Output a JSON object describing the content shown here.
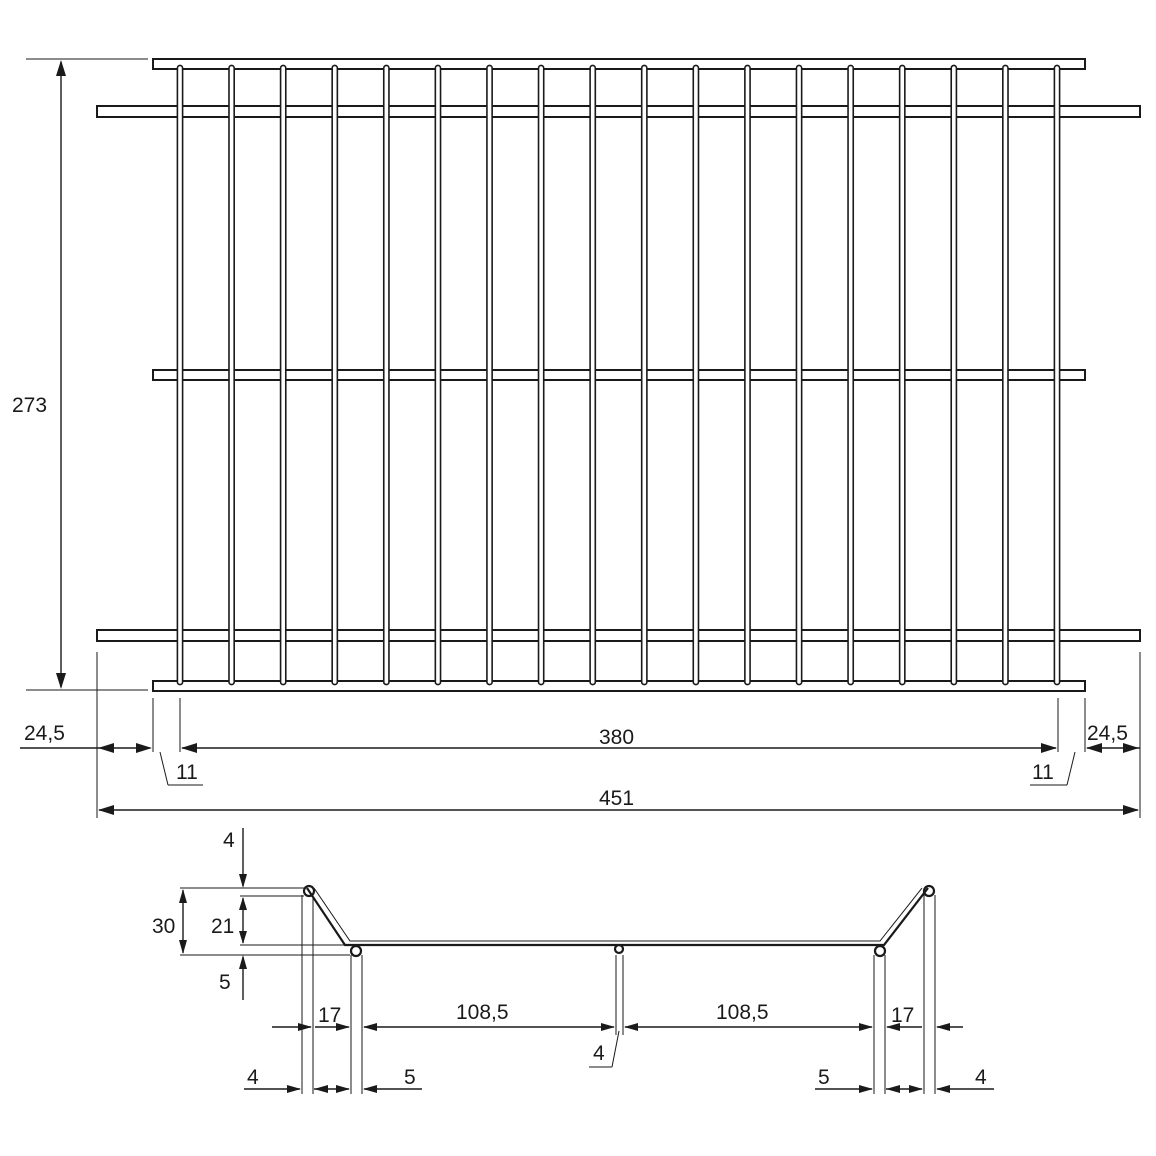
{
  "top_view": {
    "height": "273",
    "overhang_left": "24,5",
    "overhang_right": "24,5",
    "inner_span": "380",
    "offset_left": "11",
    "offset_right": "11",
    "total_width": "451",
    "wire_count": 18
  },
  "profile_view": {
    "top_gap": "4",
    "total_height": "30",
    "side_height": "21",
    "bottom_gap": "5",
    "side_run_left": "17",
    "side_run_right": "17",
    "span_left": "108,5",
    "span_right": "108,5",
    "center_wire": "4",
    "wire_left": "4",
    "wire_right": "4",
    "gap_left": "5",
    "gap_right": "5"
  }
}
